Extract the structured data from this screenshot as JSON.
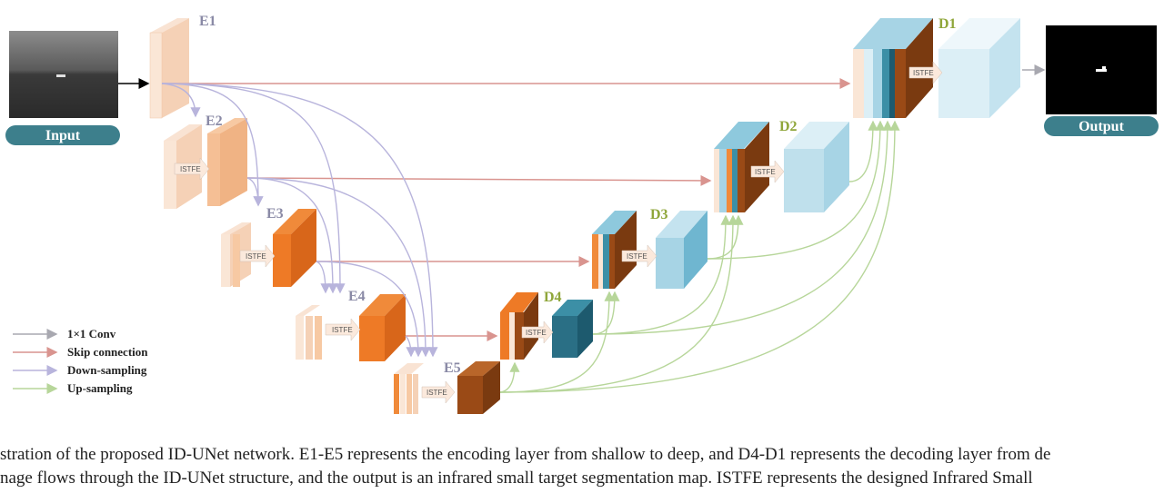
{
  "encoders": [
    "E1",
    "E2",
    "E3",
    "E4",
    "E5"
  ],
  "decoders": [
    "D4",
    "D3",
    "D2",
    "D1"
  ],
  "module_label": "ISTFE",
  "input_label": "Input",
  "output_label": "Output",
  "legend": [
    {
      "label": "1×1 Conv",
      "color": "#a8a8b0"
    },
    {
      "label": "Skip connection",
      "color": "#d9948f"
    },
    {
      "label": "Down-sampling",
      "color": "#b8b4dc"
    },
    {
      "label": "Up-sampling",
      "color": "#b7d69a"
    }
  ],
  "colors": {
    "pill": "#3d7f8c",
    "skip": "#d9948f",
    "down": "#b8b4dc",
    "up": "#b7d69a",
    "conv": "#a8a8b0"
  },
  "caption": {
    "line1": "stration of the proposed ID-UNet network. E1-E5 represents the encoding layer from shallow to deep, and D4-D1 represents the decoding layer from de",
    "line2": "nage flows through the ID-UNet structure, and the output is an infrared small target segmentation map. ISTFE represents the designed Infrared Small"
  }
}
